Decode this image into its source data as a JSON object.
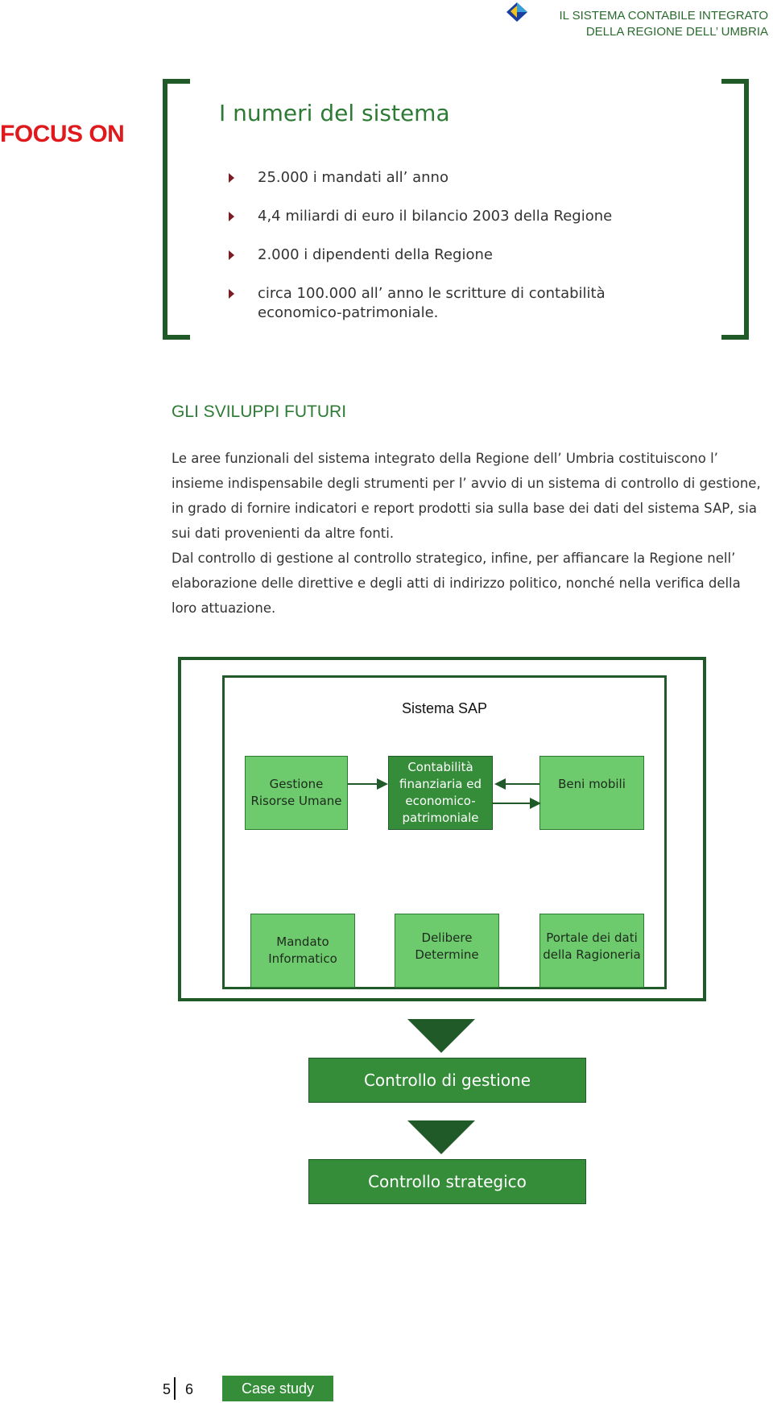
{
  "header": {
    "line1": "IL SISTEMA CONTABILE INTEGRATO",
    "line2": "DELLA REGIONE DELL’ UMBRIA",
    "logo_colors": [
      "#1a3f9e",
      "#f2c21c",
      "#3aa0d8"
    ]
  },
  "focus": {
    "label": "FOCUS ON",
    "title": "I numeri del sistema",
    "bullets": [
      "25.000 i mandati all’ anno",
      "4,4 miliardi di euro il bilancio 2003 della Regione",
      "2.000 i dipendenti della Regione",
      "circa 100.000 all’ anno le scritture di contabilità economico-patrimoniale."
    ]
  },
  "futuri": {
    "title": "GLI SVILUPPI FUTURI",
    "paragraph1": "Le aree funzionali del sistema integrato della Regione dell’ Umbria costituiscono l’ insieme indispensabile degli strumenti per l’ avvio di un sistema di controllo di gestione, in grado di fornire indicatori e report prodotti sia sulla base dei dati del sistema SAP, sia sui dati provenienti da altre fonti.",
    "paragraph2": "Dal controllo di gestione al controllo strategico, infine, per affiancare la Regione nell’ elaborazione delle direttive e degli atti di indirizzo politico, nonché nella verifica della loro attuazione."
  },
  "diagram": {
    "title": "Sistema SAP",
    "boxes": {
      "gestione": "Gestione Risorse Umane",
      "contabilita": "Contabilità finanziaria ed economico-patrimoniale",
      "beni": "Beni mobili",
      "mandato": "Mandato Informatico",
      "delibere": "Delibere Determine",
      "portale": "Portale dei dati della Ragioneria"
    },
    "controllo_gestione": "Controllo di gestione",
    "controllo_strategico": "Controllo strategico",
    "colors": {
      "light_box": "#6ecb6d",
      "dark_box": "#358d3a",
      "frame": "#1f5a28"
    }
  },
  "footer": {
    "page_left": "5",
    "page_right": "6",
    "section": "Case study"
  }
}
